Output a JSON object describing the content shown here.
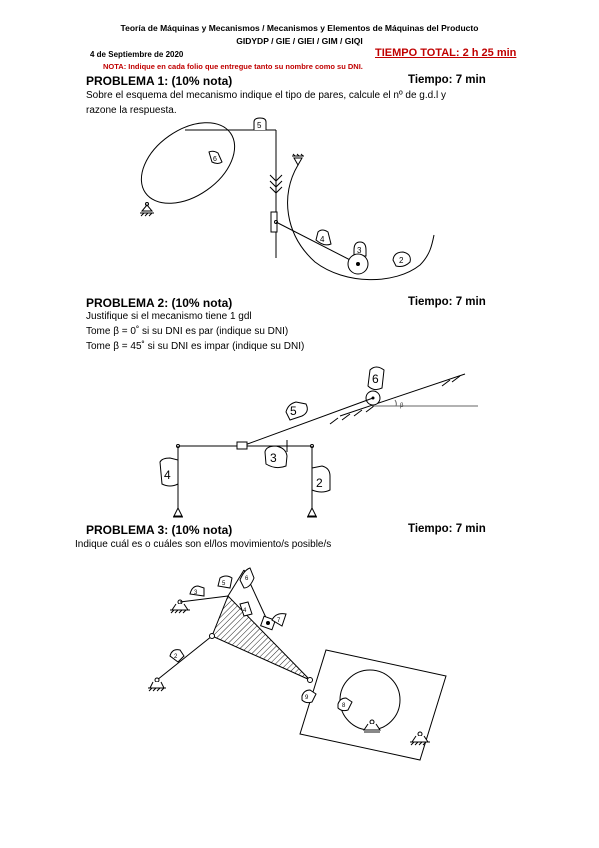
{
  "header": {
    "line1": "Teoría de Máquinas y Mecanismos / Mecanismos y Elementos de Máquinas del Producto",
    "line2": "GIDYDP / GIE / GIEI / GIM / GIQI",
    "date": "4 de Septiembre de 2020",
    "total_time": "TIEMPO TOTAL: 2 h 25 min",
    "note": "NOTA: Indique en cada folio que entregue tanto su nombre como su DNI."
  },
  "problems": [
    {
      "title": "PROBLEMA 1: (10% nota)",
      "time": "Tiempo: 7 min",
      "text": [
        "Sobre el esquema del mecanismo indique el tipo de pares, calcule el nº de g.d.l y",
        "razone la respuesta."
      ],
      "labels": [
        "5",
        "6",
        "4",
        "3",
        "2"
      ]
    },
    {
      "title": "PROBLEMA 2: (10% nota)",
      "time": "Tiempo: 7 min",
      "text": [
        "Justifique si el mecanismo tiene 1 gdl",
        "Tome β = 0˚ si su DNI es par (indique su DNI)",
        "Tome β = 45˚ si su DNI es impar (indique su DNI)"
      ],
      "labels": [
        "6",
        "5",
        "3",
        "4",
        "2",
        "β"
      ]
    },
    {
      "title": "PROBLEMA 3: (10% nota)",
      "time": "Tiempo: 7 min",
      "text": [
        "Indique cuál es o cuáles son el/los movimiento/s posible/s"
      ],
      "labels": [
        "3",
        "5",
        "6",
        "4",
        "7",
        "2",
        "9",
        "8"
      ]
    }
  ]
}
